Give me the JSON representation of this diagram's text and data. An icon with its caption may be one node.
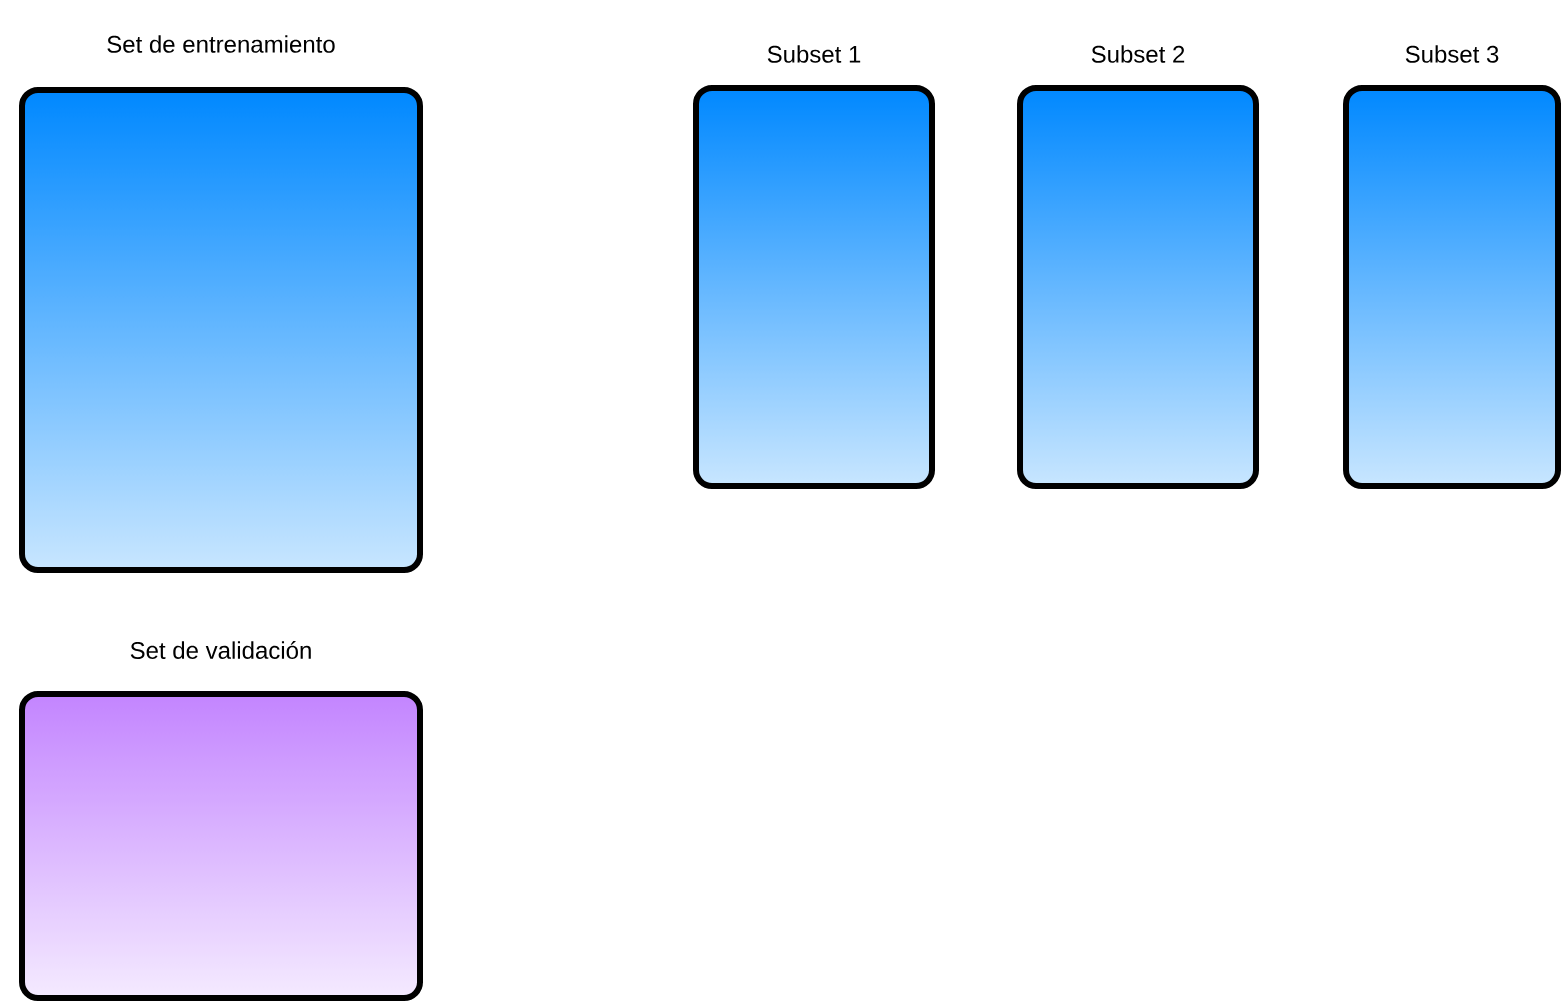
{
  "diagram": {
    "nodes": [
      {
        "text": [
          "Set de entrenamiento"
        ]
      },
      {
        "text": [
          "Subset 1"
        ]
      },
      {
        "text": [
          "Subset 2"
        ]
      },
      {
        "text": [
          "Subset 3"
        ]
      },
      {
        "text": [
          "Set de validación"
        ]
      }
    ]
  }
}
